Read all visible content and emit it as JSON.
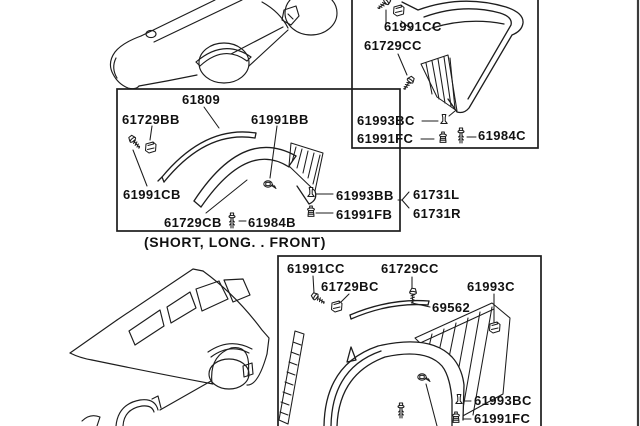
{
  "page": {
    "background_color": "#ffffff",
    "line_color": "#1d1d1d",
    "text_color": "#111111",
    "right_edge_color": "#3a3a3a"
  },
  "diagram": {
    "caption": "(SHORT, LONG. . FRONT)",
    "front_box": {
      "parts": {
        "p61809": "61809",
        "p61729bb": "61729BB",
        "p61991bb": "61991BB",
        "p61991cb": "61991CB",
        "p61729cb": "61729CB",
        "p61984b": "61984B",
        "p61993bb": "61993BB",
        "p61991fb": "61991FB"
      }
    },
    "rear_upper_box": {
      "parts": {
        "p61991cc": "61991CC",
        "p61729cc": "61729CC",
        "p61993bc": "61993BC",
        "p61991fc": "61991FC",
        "p61984c": "61984C"
      }
    },
    "rear_lower_box": {
      "parts": {
        "p61991cc": "61991CC",
        "p61729cc": "61729CC",
        "p61729bc": "61729BC",
        "p69562": "69562",
        "p61993c": "61993C",
        "p61993bc": "61993BC",
        "p61991fc": "61991FC"
      }
    },
    "assembly": {
      "left": "61731L",
      "right": "61731R"
    },
    "icons": {
      "screw": "screw-icon",
      "clip": "clip-icon",
      "trim_plug": "trim-plug-icon",
      "screw_grommet": "screw-grommet-icon",
      "push_rivet": "push-rivet-icon",
      "hex_bolt": "hex-bolt-icon"
    }
  }
}
